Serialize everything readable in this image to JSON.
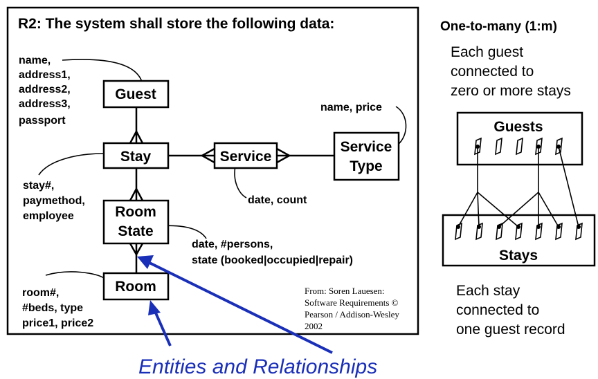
{
  "requirement": {
    "title": "R2: The system shall store the following data:"
  },
  "entities": {
    "guest": "Guest",
    "stay": "Stay",
    "service": "Service",
    "service_type_line1": "Service",
    "service_type_line2": "Type",
    "room_state_line1": "Room",
    "room_state_line2": "State",
    "room": "Room"
  },
  "attributes": {
    "guest": [
      "name,",
      "address1,",
      "address2,",
      "address3,",
      "passport"
    ],
    "stay": [
      "stay#,",
      "paymethod,",
      "employee"
    ],
    "service_type": "name, price",
    "service": "date, count",
    "room_state": [
      "date, #persons,",
      "state (booked|occupied|repair)"
    ],
    "room": [
      "room#,",
      "#beds, type",
      "price1, price2"
    ]
  },
  "citation": [
    "From: Soren Lauesen:",
    "Software Requirements ©",
    "Pearson / Addison-Wesley",
    "2002"
  ],
  "caption": "Entities and Relationships",
  "one_to_many": {
    "title": "One-to-many (1:m)",
    "guest_desc": [
      "Each guest",
      "connected to",
      "zero or more stays"
    ],
    "guests_box_label": "Guests",
    "stays_box_label": "Stays",
    "stay_desc": [
      "Each stay",
      "connected to",
      "one guest record"
    ]
  },
  "colors": {
    "ink": "#000000",
    "caption_blue": "#1a2fb8",
    "background": "#ffffff"
  }
}
